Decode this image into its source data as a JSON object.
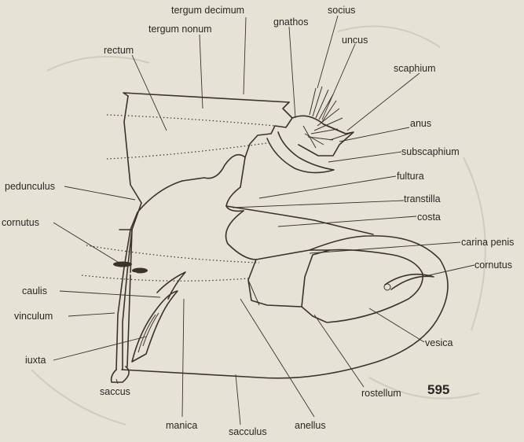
{
  "figure_number": "595",
  "labels": {
    "tergum_decimum": "tergum decimum",
    "socius": "socius",
    "gnathos": "gnathos",
    "tergum_nonum": "tergum nonum",
    "uncus": "uncus",
    "rectum": "rectum",
    "scaphium": "scaphium",
    "anus": "anus",
    "subscaphium": "subscaphium",
    "fultura": "fultura",
    "pedunculus": "pedunculus",
    "transtilla": "transtilla",
    "costa": "costa",
    "carina_penis": "carina penis",
    "cornutus_left": "cornutus",
    "cornutus_right": "cornutus",
    "caulis": "caulis",
    "vinculum": "vinculum",
    "vesica": "vesica",
    "iuxta": "iuxta",
    "saccus": "saccus",
    "rostellum": "rostellum",
    "manica": "manica",
    "anellus": "anellus",
    "sacculus": "sacculus"
  }
}
